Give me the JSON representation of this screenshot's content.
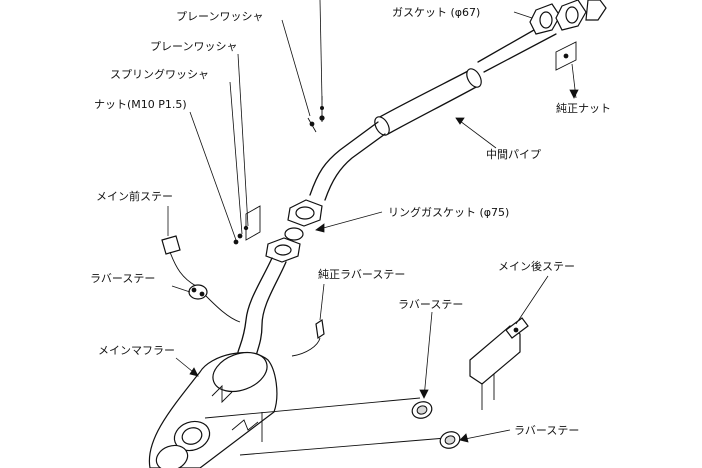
{
  "labels": {
    "plain_washer_top": "プレーンワッシャ",
    "plain_washer": "プレーンワッシャ",
    "spring_washer": "スプリングワッシャ",
    "nut_m10": "ナット(M10 P1.5)",
    "main_front_stay": "メイン前ステー",
    "rubber_stay_left": "ラバーステー",
    "main_muffler": "メインマフラー",
    "gasket_67": "ガスケット (φ67)",
    "genuine_nut": "純正ナット",
    "mid_pipe": "中間パイプ",
    "ring_gasket_75": "リングガスケット (φ75)",
    "genuine_rubber_stay": "純正ラバーステー",
    "main_rear_stay": "メイン後ステー",
    "rubber_stay_mid": "ラバーステー",
    "rubber_stay_bottom": "ラバーステー"
  }
}
